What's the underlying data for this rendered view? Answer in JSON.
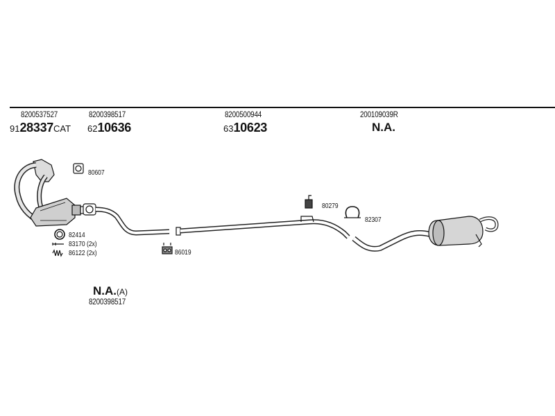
{
  "header_parts": [
    {
      "oe": "8200537527",
      "prefix": "91",
      "number": "28337",
      "suffix": "CAT"
    },
    {
      "oe": "8200398517",
      "prefix": "62",
      "number": "10636",
      "suffix": ""
    },
    {
      "oe": "8200500944",
      "prefix": "63",
      "number": "10623",
      "suffix": ""
    },
    {
      "oe": "200109039R",
      "na": "N.A."
    }
  ],
  "accessories": {
    "gasket_top": "80607",
    "ring": "82414",
    "bolt": "83170 (2x)",
    "spring": "86122 (2x)",
    "mount_mid": "86019",
    "hanger": "80279",
    "clamp": "82307"
  },
  "bottom_part": {
    "na": "N.A.",
    "variant": "(A)",
    "oe": "8200398517"
  }
}
